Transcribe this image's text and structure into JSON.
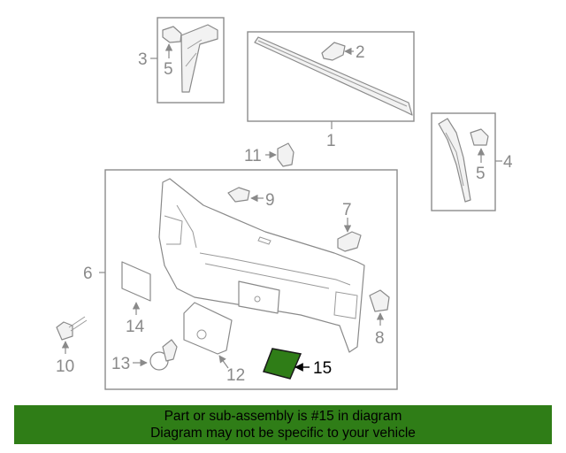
{
  "callouts": {
    "c1": "1",
    "c2": "2",
    "c3": "3",
    "c4": "4",
    "c5a": "5",
    "c5b": "5",
    "c6": "6",
    "c7": "7",
    "c8": "8",
    "c9": "9",
    "c10": "10",
    "c11": "11",
    "c12": "12",
    "c13": "13",
    "c14": "14",
    "c15": "15"
  },
  "highlight": {
    "part_number": "15",
    "color": "#2f7d17"
  },
  "banner": {
    "line1": "Part or sub-assembly is #15 in diagram",
    "line2": "Diagram may not be specific to your vehicle",
    "color": "#2f7d17"
  }
}
